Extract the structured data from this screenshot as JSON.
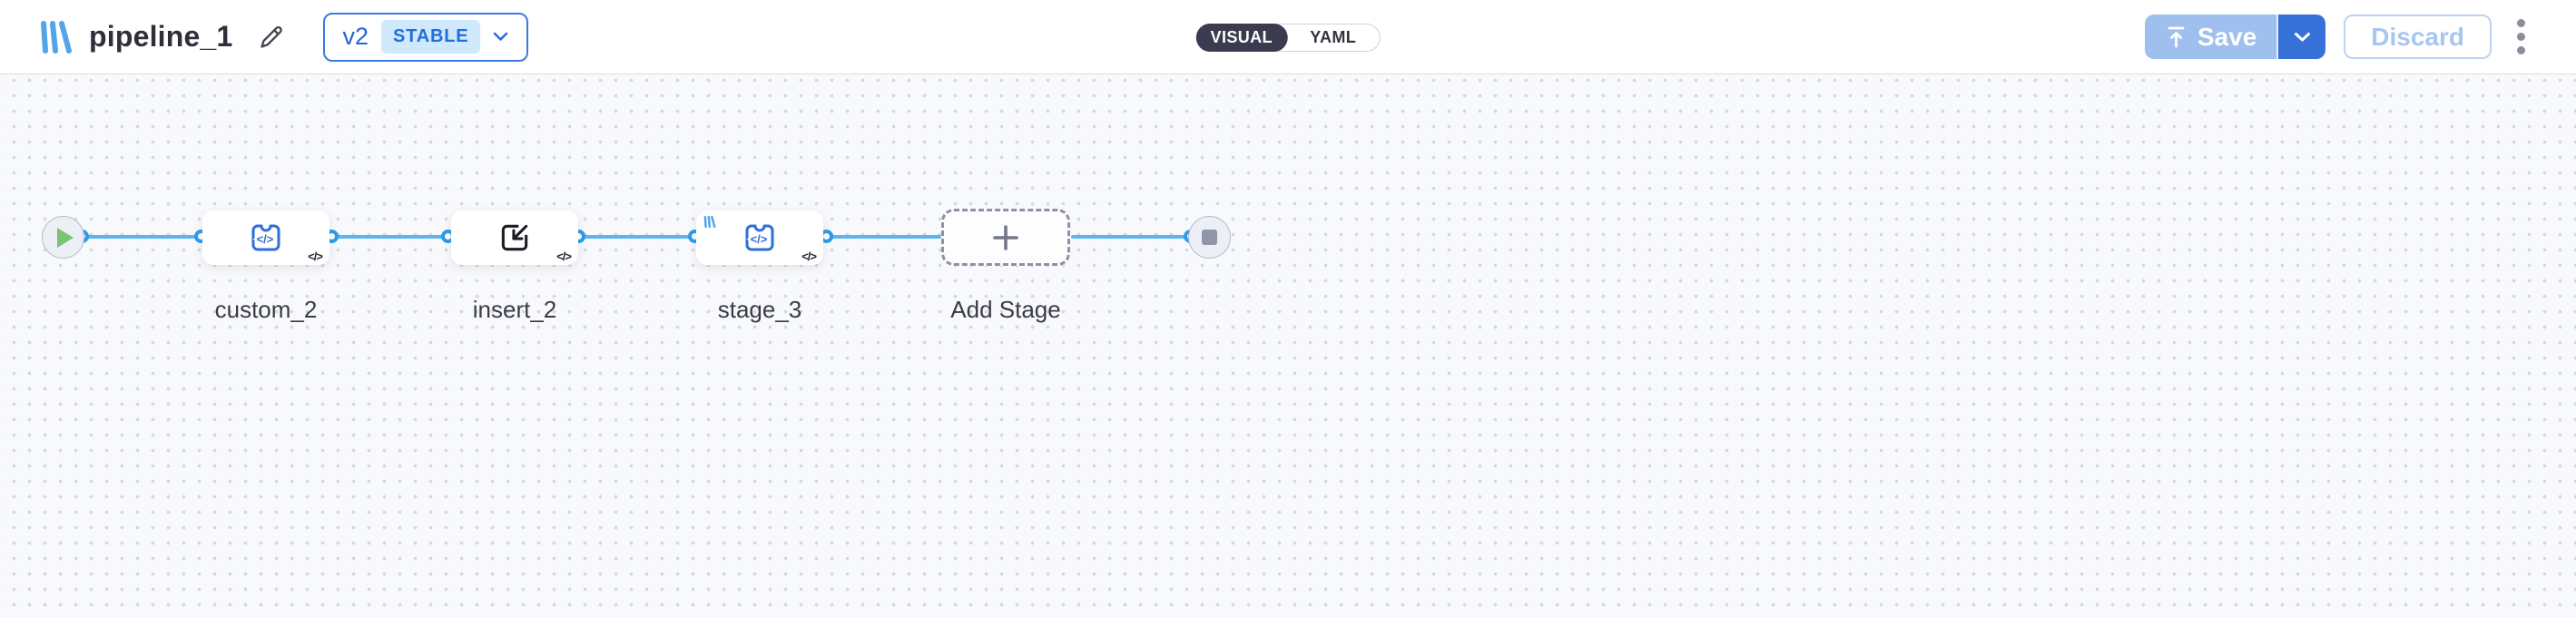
{
  "header": {
    "title": "pipeline_1",
    "version": {
      "label": "v2",
      "status": "STABLE"
    },
    "view_toggle": {
      "visual": "VISUAL",
      "yaml": "YAML",
      "selected": "VISUAL"
    },
    "actions": {
      "save": "Save",
      "discard": "Discard"
    }
  },
  "icons": {
    "code_glyph": "</>"
  },
  "canvas": {
    "nodes": [
      {
        "id": "start",
        "type": "start-terminal",
        "icon": "play-icon"
      },
      {
        "id": "custom_2",
        "label": "custom_2",
        "icon": "puzzle-code-icon",
        "corner_icon": "code-icon"
      },
      {
        "id": "insert_2",
        "label": "insert_2",
        "icon": "import-icon",
        "corner_icon": "code-icon"
      },
      {
        "id": "stage_3",
        "label": "stage_3",
        "icon": "puzzle-code-icon",
        "corner_icon": "code-icon",
        "badge": "library-icon"
      },
      {
        "id": "add_stage",
        "label": "Add Stage",
        "icon": "plus-icon"
      },
      {
        "id": "end",
        "type": "end-terminal",
        "icon": "stop-icon"
      }
    ],
    "edges": [
      {
        "from": "start",
        "to": "custom_2"
      },
      {
        "from": "custom_2",
        "to": "insert_2"
      },
      {
        "from": "insert_2",
        "to": "stage_3"
      },
      {
        "from": "stage_3",
        "to": "add_stage"
      },
      {
        "from": "add_stage",
        "to": "end"
      }
    ]
  },
  "colors": {
    "accent_blue": "#2d9be8",
    "edge_blue": "#5db4ee",
    "icon_blue": "#2d6fd8",
    "logo_blue": "#54a4ea",
    "toggle_dark": "#3a3b4e",
    "save_disabled": "#9fc0ee",
    "save_caret": "#3672d9",
    "play_green": "#79c475",
    "stop_gray": "#9095a8"
  }
}
